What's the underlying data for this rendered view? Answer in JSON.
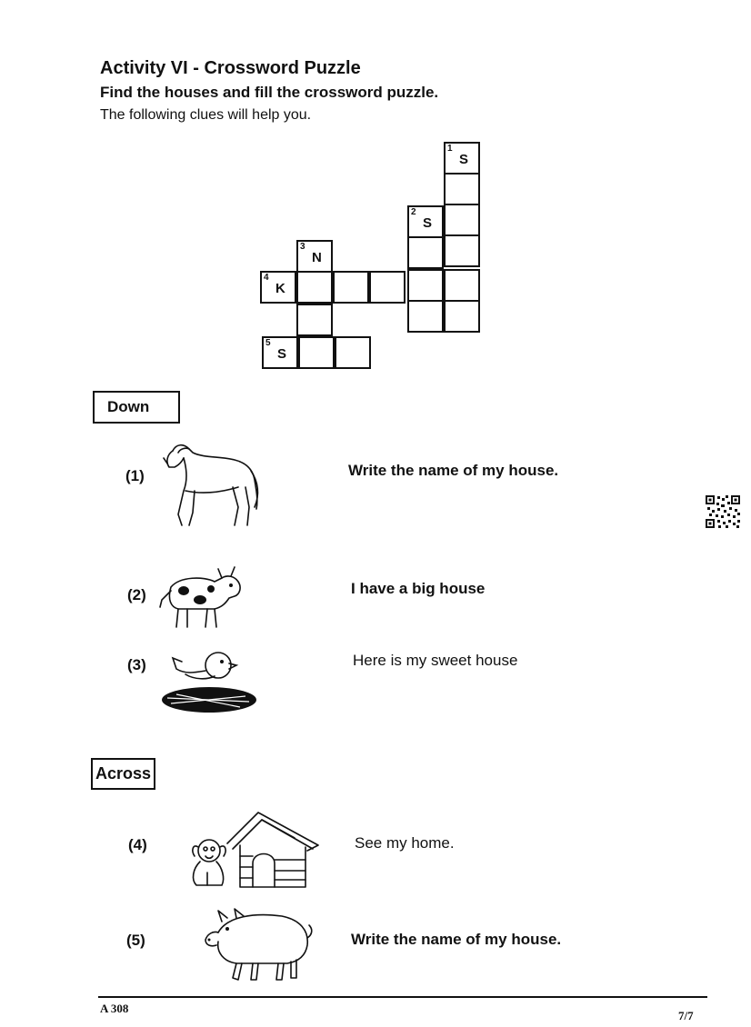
{
  "header": {
    "title": "Activity VI - Crossword Puzzle",
    "subtitle": "Find the houses and fill the crossword puzzle.",
    "intro": "The following clues will help you."
  },
  "crossword": {
    "clue_1_number": "1",
    "clue_1_letter": "S",
    "clue_2_number": "2",
    "clue_2_letter": "S",
    "clue_3_number": "3",
    "clue_3_letter": "N",
    "clue_4_number": "4",
    "clue_4_letter": "K",
    "clue_5_number": "5",
    "clue_5_letter": "S"
  },
  "down": {
    "heading": "Down",
    "clues": [
      {
        "number": "(1)",
        "picture": "horse",
        "text": "Write the name of my house."
      },
      {
        "number": "(2)",
        "picture": "cow",
        "text": "I have a big house"
      },
      {
        "number": "(3)",
        "picture": "bird-on-nest",
        "text": "Here is my sweet house"
      }
    ]
  },
  "across": {
    "heading": "Across",
    "clues": [
      {
        "number": "(4)",
        "picture": "dog-and-kennel",
        "text": "See my home."
      },
      {
        "number": "(5)",
        "picture": "pig",
        "text": "Write the name of my house."
      }
    ]
  },
  "footer": {
    "code": "A 308",
    "page": "7/7"
  },
  "icons": {
    "qr": "qr-code-icon"
  }
}
